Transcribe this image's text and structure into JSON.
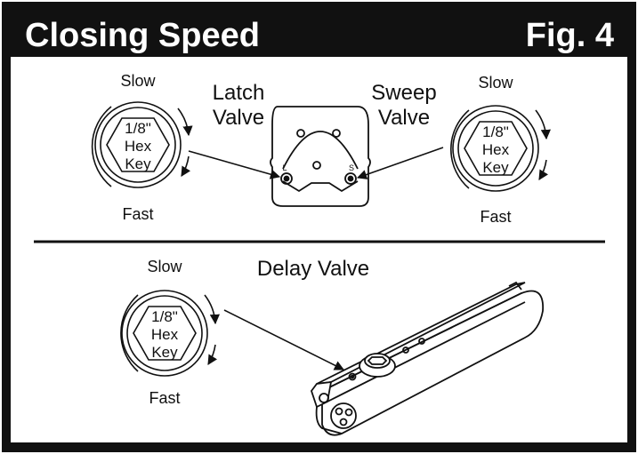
{
  "header": {
    "title": "Closing Speed",
    "figure": "Fig. 4"
  },
  "valves": {
    "latch": {
      "line1": "Latch",
      "line2": "Valve",
      "port_letter": "L"
    },
    "sweep": {
      "line1": "Sweep",
      "line2": "Valve",
      "port_letter": "S"
    },
    "delay": {
      "label": "Delay Valve"
    }
  },
  "dials": {
    "slow": "Slow",
    "fast": "Fast",
    "key_line1": "1/8\"",
    "key_line2": "Hex",
    "key_line3": "Key"
  },
  "colors": {
    "frame": "#111111",
    "header_bg": "#111111",
    "header_text": "#ffffff",
    "panel": "#ffffff"
  }
}
